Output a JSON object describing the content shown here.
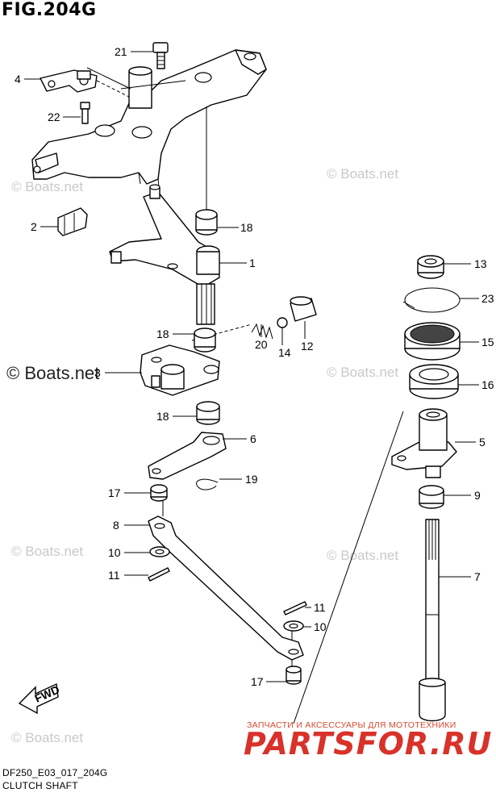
{
  "figure": {
    "title": "FIG.204G",
    "code": "DF250_E03_017_204G",
    "caption": "CLUTCH SHAFT"
  },
  "watermarks": {
    "small": "© Boats.net",
    "large": "© Boats.net"
  },
  "promo": {
    "tagline": "ЗАПЧАСТИ И АКСЕССУАРЫ ДЛЯ МОТОТЕХНИКИ",
    "logo": "PARTSFOR.RU",
    "color": "#d8322a"
  },
  "direction_label": "FWD",
  "callouts": {
    "c21": "21",
    "c4": "4",
    "c22": "22",
    "c2": "2",
    "c18a": "18",
    "c1": "1",
    "c18b": "18",
    "c3": "3",
    "c20": "20",
    "c14": "14",
    "c12": "12",
    "c18c": "18",
    "c6": "6",
    "c19": "19",
    "c17a": "17",
    "c8": "8",
    "c10a": "10",
    "c11a": "11",
    "c11b": "11",
    "c10b": "10",
    "c17b": "17",
    "c13": "13",
    "c23": "23",
    "c15": "15",
    "c16": "16",
    "c5": "5",
    "c9": "9",
    "c7": "7"
  }
}
